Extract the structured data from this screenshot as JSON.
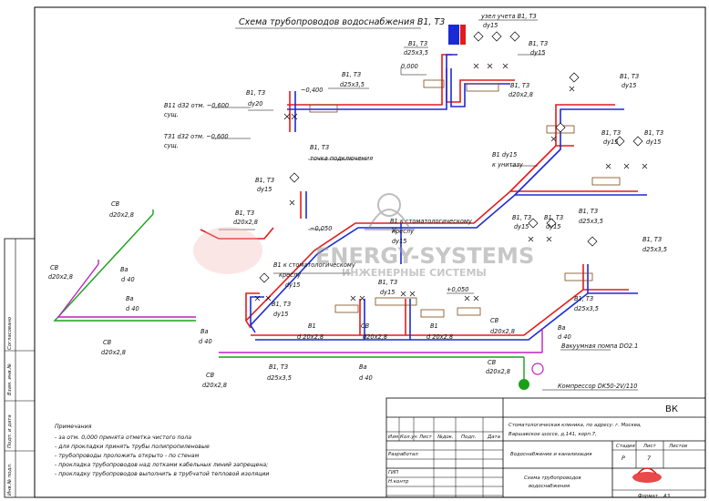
{
  "title": "Схема трубопроводов водоснабжения В1, Т3",
  "colors": {
    "cold_b1": "#1a2bd6",
    "hot_t3": "#e31b1b",
    "sewer_sv": "#18a018",
    "vent_ba": "#c020c0",
    "frame": "#000000"
  },
  "watermark": {
    "main": "ENERGY-SYSTEMS",
    "sub": "ИНЖЕНЕРНЫЕ СИСТЕМЫ",
    "icon": "helmet-wrench-icon"
  },
  "labels": {
    "uzel_ucheta": "узел учета В1, Т3",
    "dy15": "dy15",
    "b1t3": "В1, Т3",
    "d25x35": "d25x3,5",
    "d20x28": "d20x2,8",
    "elev_000": "0,000",
    "elev_0400": "~0,400",
    "elev_0050": "+0,050",
    "elev_m0050": "~0,050",
    "dy20": "dy20",
    "b11": "В11 d32 отм. ~0,600",
    "t31": "Т31 d32 отм. ~0,600",
    "sush": "сущ.",
    "tochka": "точка подключения",
    "b1_dy15": "В1 dy15",
    "k_unitazu": "к унитазу",
    "b1_k_stom": "В1 к стоматологическому",
    "kreslu": "креслу",
    "b1_k_stom2": "В1 к стоматологическому",
    "kreslu2": "креслу",
    "sv": "СВ",
    "va": "Ва",
    "d40": "d 40",
    "b1": "В1",
    "b1_d20": "d 20x2,8",
    "vakuum": "Вакуумная помпа DO2.1",
    "kompressor": "Компрессор DK50-2V/110"
  },
  "notes": {
    "header": "Примечания",
    "items": [
      "- за отм. 0,000 принята отметка чистого пола",
      "- для прокладки принять трубы полипропиленовые",
      "- трубопроводы проложить открыто - по стенам",
      "- прокладка трубопроводов над лотками кабельных линий запрещена;",
      "- прокладку трубопроводов выполнить в трубчатой тепловой изоляции"
    ]
  },
  "title_block": {
    "code": "ВК",
    "address": "Стоматологическая клиника, по адресу: г. Москва,",
    "address2": "Варшавское шоссе, д.141, корп.7,",
    "section": "Водоснабжение и канализация",
    "drawing1": "Схема трубопроводов",
    "drawing2": "водоснабжения",
    "col_izm": "Изм.",
    "col_koluch": "Кол.уч",
    "col_list": "Лист",
    "col_ndok": "№док.",
    "col_podp": "Подп.",
    "col_data": "Дата",
    "razrab": "Разработал",
    "gip": "ГИП",
    "nkontr": "Н.контр",
    "stadiya": "Стадия",
    "list": "Лист",
    "listov": "Листов",
    "stadiya_val": "Р",
    "list_val": "7",
    "format": "Формат",
    "format_val": "А3",
    "stamp_sogl": "Согласовано",
    "stamp_vzam": "Взам. инв.№",
    "stamp_podp": "Подп. и дата",
    "stamp_inv": "Инв.№ подл."
  }
}
